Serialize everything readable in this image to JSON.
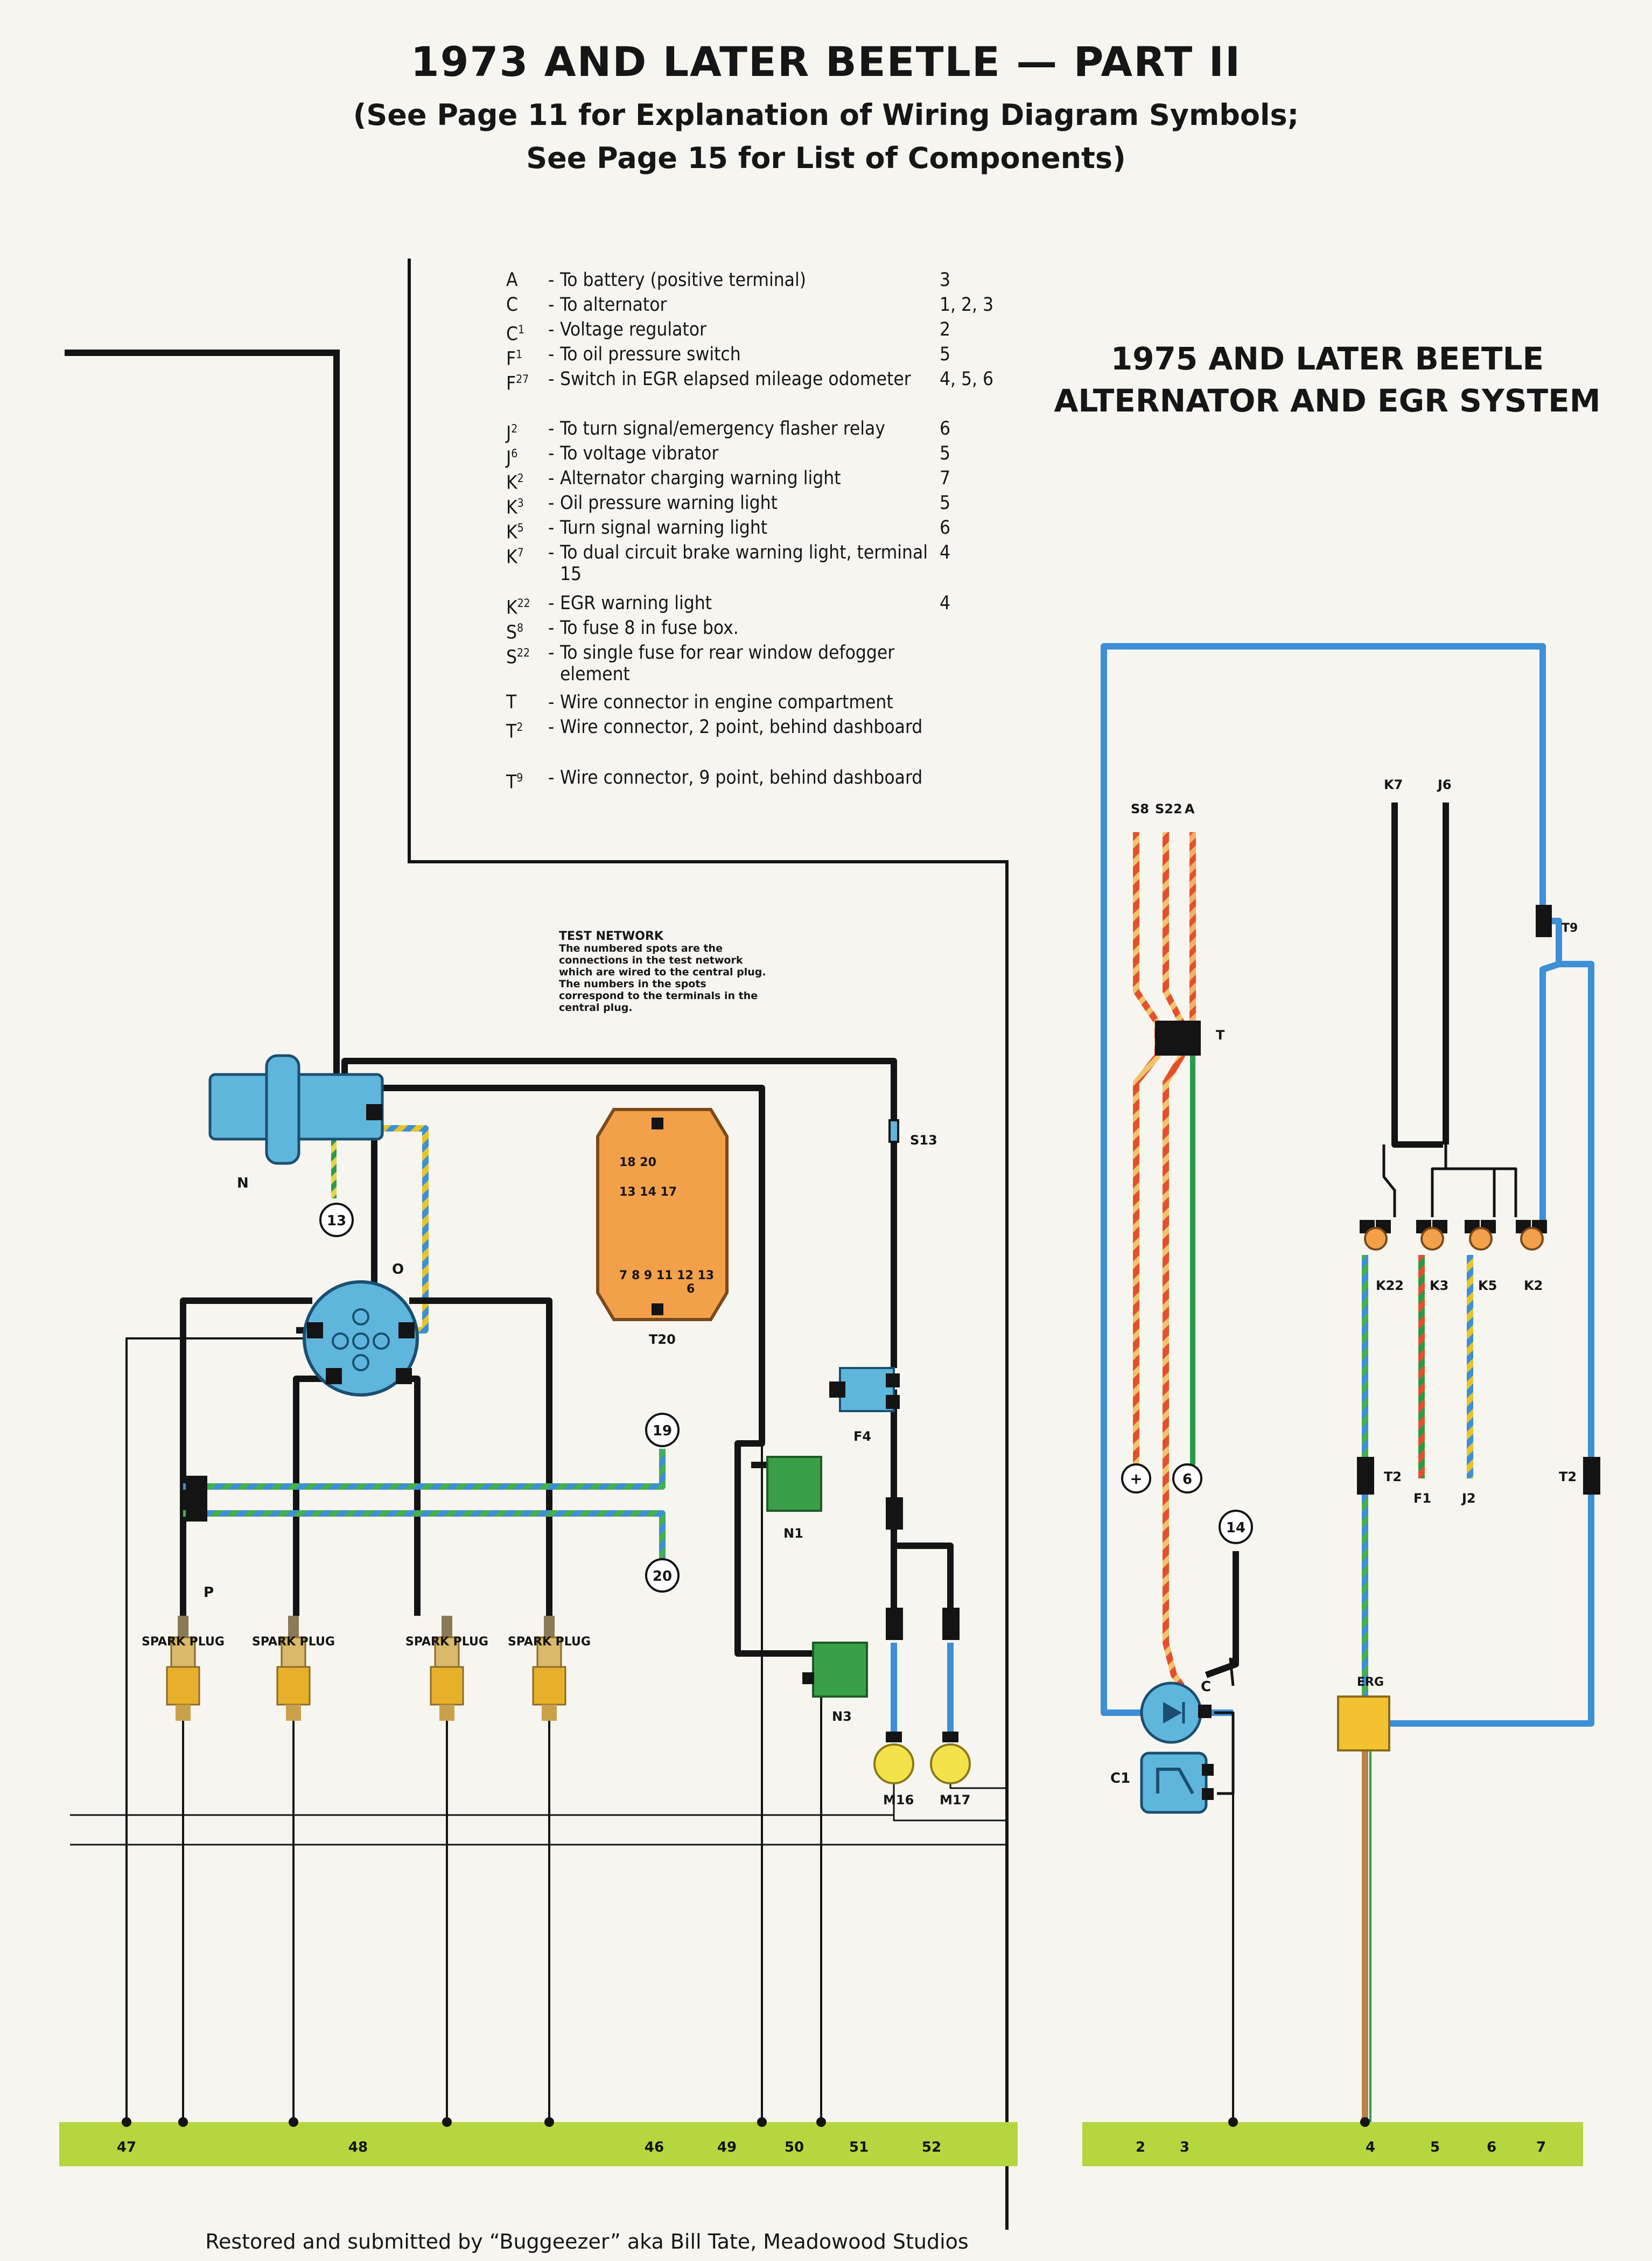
{
  "header": {
    "title": "1973 AND LATER BEETLE — PART II",
    "subtitle_line1": "(See Page 11 for Explanation of Wiring Diagram Symbols;",
    "subtitle_line2": "See Page 15 for List of Components)"
  },
  "right_panel": {
    "title_line1": "1975 AND LATER BEETLE",
    "title_line2": "ALTERNATOR AND EGR SYSTEM"
  },
  "legend": [
    {
      "code": "A",
      "desc": "To battery (positive terminal)",
      "term": "3"
    },
    {
      "code": "C",
      "desc": "To alternator",
      "term": "1, 2, 3"
    },
    {
      "code": "C1",
      "desc": "Voltage regulator",
      "term": "2"
    },
    {
      "code": "F1",
      "desc": "To oil pressure switch",
      "term": "5"
    },
    {
      "code": "F27",
      "desc": "Switch in EGR elapsed mileage odometer",
      "term": "4, 5, 6"
    },
    {
      "code": "J2",
      "desc": "To turn signal/emergency flasher relay",
      "term": "6"
    },
    {
      "code": "J6",
      "desc": "To voltage vibrator",
      "term": "5"
    },
    {
      "code": "K2",
      "desc": "Alternator charging warning light",
      "term": "7"
    },
    {
      "code": "K3",
      "desc": "Oil pressure warning light",
      "term": "5"
    },
    {
      "code": "K5",
      "desc": "Turn signal warning light",
      "term": "6"
    },
    {
      "code": "K7",
      "desc": "To dual circuit brake warning light, terminal 15",
      "term": "4"
    },
    {
      "code": "K22",
      "desc": "EGR warning light",
      "term": "4"
    },
    {
      "code": "S8",
      "desc": "To fuse 8 in fuse box.",
      "term": ""
    },
    {
      "code": "S22",
      "desc": "To single fuse for rear window defogger element",
      "term": ""
    },
    {
      "code": "T",
      "desc": "Wire connector in engine compartment",
      "term": ""
    },
    {
      "code": "T2",
      "desc": "Wire connector, 2 point, behind dashboard",
      "term": ""
    },
    {
      "code": "T9",
      "desc": "Wire connector, 9 point, behind dashboard",
      "term": ""
    }
  ],
  "test_network": {
    "title": "TEST NETWORK",
    "text": "The numbered spots are the connections in the test network which are wired to the central plug. The numbers in the spots correspond to the terminals in the central plug."
  },
  "left_labels": {
    "coil": "N",
    "distributor": "O",
    "plug_label": "P",
    "spark_plug": "SPARK PLUG",
    "n1": "N1",
    "n3": "N3",
    "f4": "F4",
    "s13": "S13",
    "t20": "T20",
    "m16": "M16",
    "m17": "M17",
    "spot_13": "13",
    "spot_19": "19",
    "spot_20": "20",
    "t20_pins_row1": "18 20",
    "t20_pins_row2": "13 14   17",
    "t20_pins_row3": "7 8 9 11 12 13",
    "t20_pin_6": "6"
  },
  "right_labels": {
    "s8": "S8",
    "s22": "S22",
    "a": "A",
    "t": "T",
    "k7": "K7",
    "j6": "J6",
    "t9": "T9",
    "k22": "K22",
    "k3": "K3",
    "k5": "K5",
    "k2": "K2",
    "t2_left": "T2",
    "t2_right": "T2",
    "f1": "F1",
    "j2": "J2",
    "plus": "+",
    "spot_6": "6",
    "spot_14": "14",
    "c": "C",
    "c1": "C1",
    "egr": "ERG"
  },
  "left_bus_numbers": [
    "47",
    "48",
    "46",
    "49",
    "50",
    "51",
    "52"
  ],
  "right_bus_numbers": [
    "2",
    "3",
    "4",
    "5",
    "6",
    "7"
  ],
  "credit": "Restored and submitted by “Buggeezer” aka Bill Tate, Meadowood Studios",
  "colors": {
    "bus_green": "#b6d63f",
    "wire_blue": "#3d8fd6",
    "wire_black": "#141414",
    "wire_red": "#e4502c",
    "wire_yellow": "#e8c42a",
    "wire_green": "#2d9a48",
    "component_blue": "#5fb6dc",
    "component_green": "#3aa047",
    "component_orange": "#f2a14a",
    "egr_yellow": "#f2c230",
    "wire_brown": "#b9824a"
  }
}
